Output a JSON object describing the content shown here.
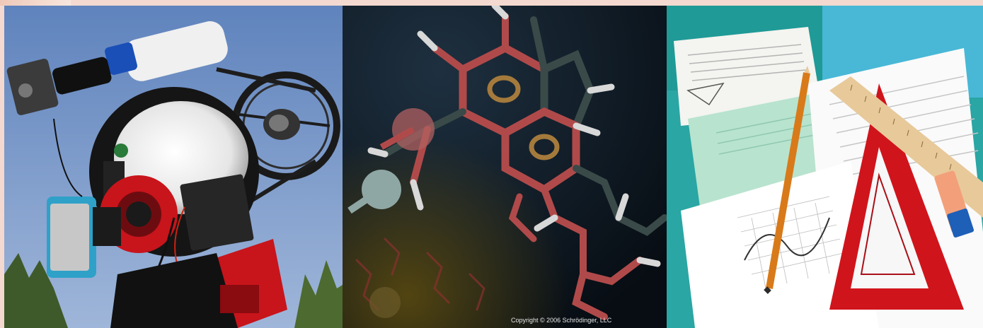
{
  "panels": [
    {
      "id": "telescope",
      "icon": "telescope-photo"
    },
    {
      "id": "molecule",
      "icon": "molecule-render",
      "copyright": "Copyright © 2006 Schrödinger, LLC"
    },
    {
      "id": "math-supplies",
      "icon": "school-supplies-photo"
    }
  ],
  "colors": {
    "sky": "#6f8fc0",
    "telescope_red": "#c8141b",
    "molecule_bg": "#0c1620",
    "ruler_red": "#d0141c",
    "notebook_teal": "#2aa6a4"
  }
}
